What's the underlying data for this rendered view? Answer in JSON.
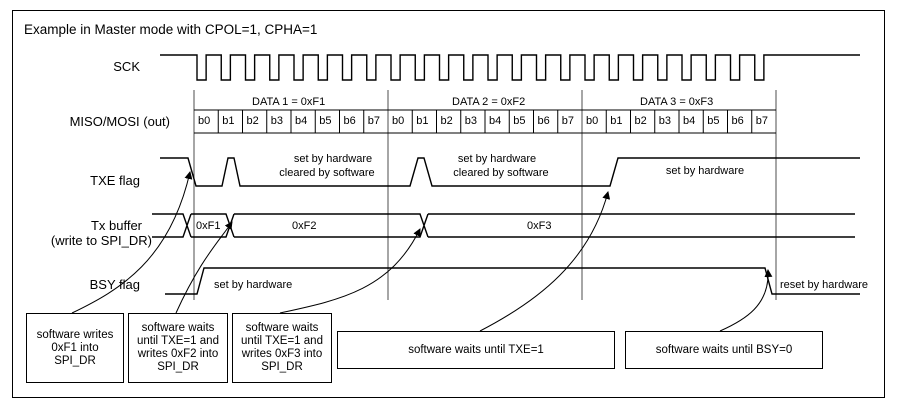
{
  "title": "Example in Master mode with CPOL=1, CPHA=1",
  "signals": {
    "sck": "SCK",
    "miso_mosi": "MISO/MOSI (out)",
    "txe": "TXE flag",
    "tx_buffer_line1": "Tx buffer",
    "tx_buffer_line2": "(write to SPI_DR)",
    "bsy": "BSY flag"
  },
  "data_labels": [
    "DATA 1 = 0xF1",
    "DATA 2 = 0xF2",
    "DATA 3 = 0xF3"
  ],
  "bits": [
    "b0",
    "b1",
    "b2",
    "b3",
    "b4",
    "b5",
    "b6",
    "b7",
    "b0",
    "b1",
    "b2",
    "b3",
    "b4",
    "b5",
    "b6",
    "b7",
    "b0",
    "b1",
    "b2",
    "b3",
    "b4",
    "b5",
    "b6",
    "b7"
  ],
  "txe_notes": {
    "n1_line1": "set by hardware",
    "n1_line2": "cleared by software",
    "n2_line1": "set by hardware",
    "n2_line2": "cleared by software",
    "n3": "set by hardware"
  },
  "tx_values": [
    "0xF1",
    "0xF2",
    "0xF3"
  ],
  "bsy_notes": {
    "set": "set by hardware",
    "reset": "reset by hardware"
  },
  "boxes": [
    {
      "lines": [
        "software writes",
        "0xF1 into",
        "SPI_DR"
      ]
    },
    {
      "lines": [
        "software waits",
        "until TXE=1 and",
        "writes 0xF2 into",
        "SPI_DR"
      ]
    },
    {
      "lines": [
        "software waits",
        "until TXE=1 and",
        "writes 0xF3 into",
        "SPI_DR"
      ]
    },
    {
      "lines": [
        "software waits until TXE=1"
      ]
    },
    {
      "lines": [
        "software waits until BSY=0"
      ]
    }
  ]
}
